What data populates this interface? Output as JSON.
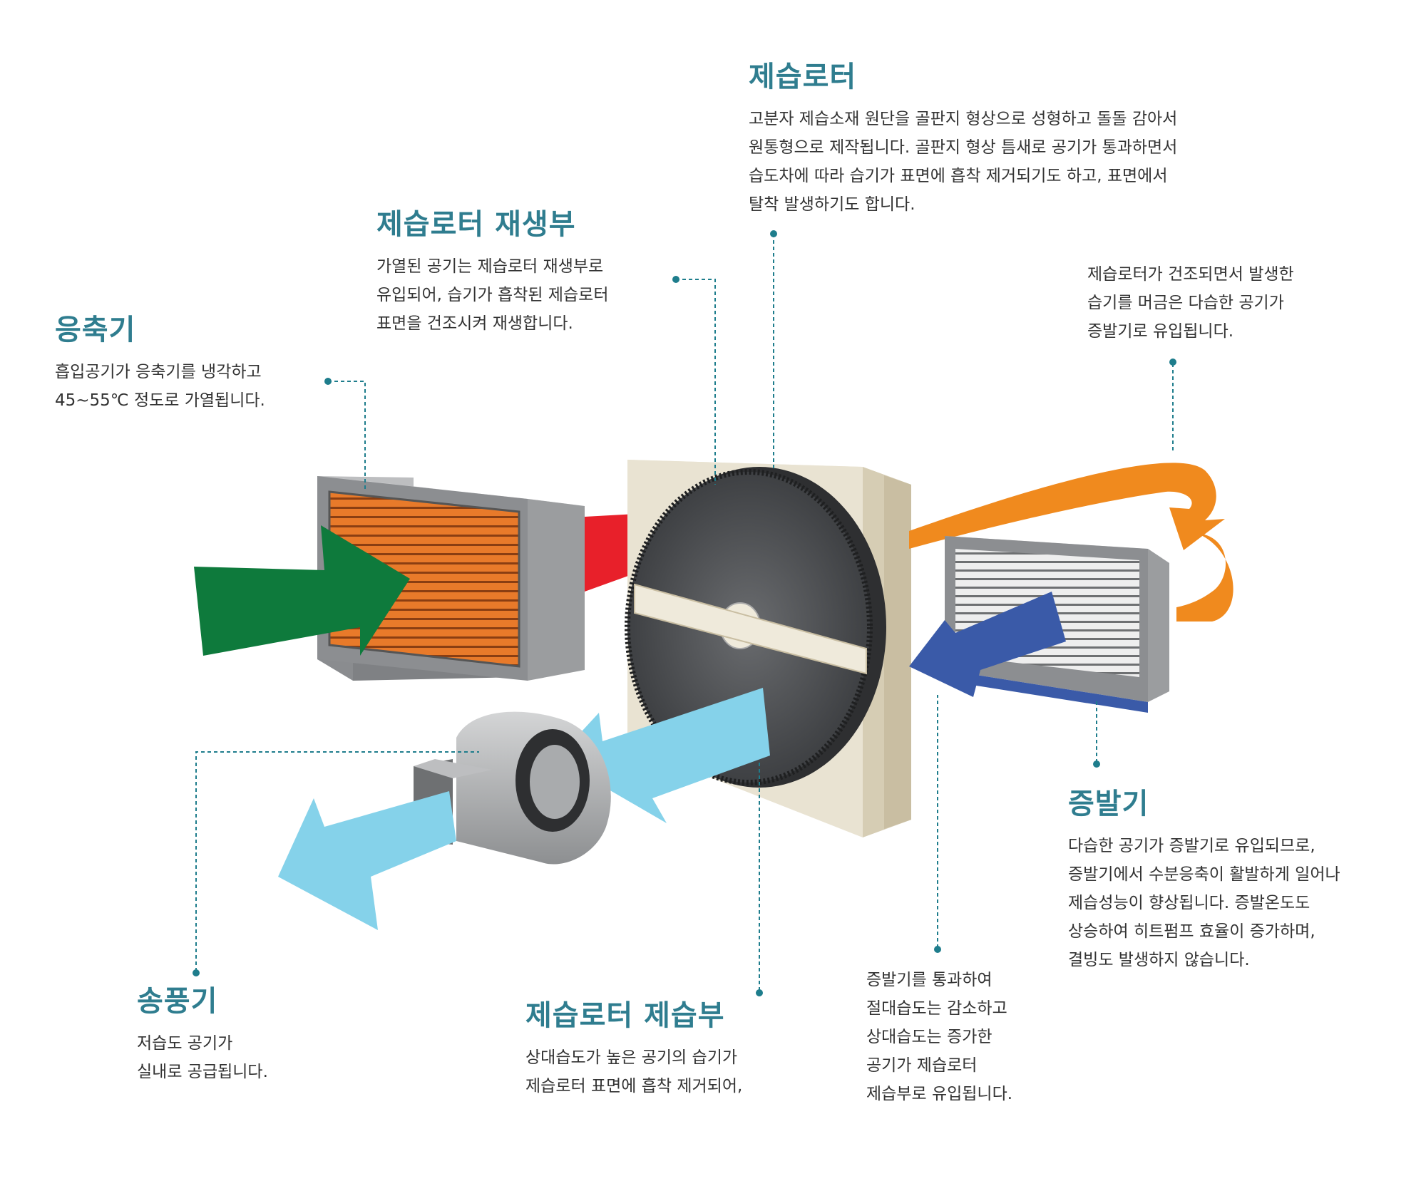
{
  "colors": {
    "title": "#2f7d8f",
    "leader": "#1e7d8c",
    "green_arrow": "#0e7a3c",
    "red_arrow": "#e8202a",
    "orange_arrow": "#f08a1e",
    "blue_arrow": "#3a5aa8",
    "light_blue_arrow": "#85d2ea",
    "coil": "#e87a2a",
    "housing": "#7f8184",
    "frame": "#e9e3d2",
    "rotor": "#4a4c4f"
  },
  "labels": {
    "condenser": {
      "title": "응축기",
      "lines": [
        "흡입공기가 응축기를 냉각하고",
        "45~55℃ 정도로 가열됩니다."
      ]
    },
    "regen": {
      "title": "제습로터 재생부",
      "lines": [
        "가열된 공기는 제습로터 재생부로",
        "유입되어, 습기가 흡착된 제습로터",
        "표면을 건조시켜 재생합니다."
      ]
    },
    "rotor": {
      "title": "제습로터",
      "lines": [
        "고분자 제습소재 원단을 골판지 형상으로 성형하고 돌돌 감아서",
        "원통형으로 제작됩니다. 골판지 형상 틈새로 공기가 통과하면서",
        "습도차에 따라 습기가 표면에 흡착 제거되기도 하고, 표면에서",
        "탈착 발생하기도 합니다."
      ]
    },
    "humid_air": {
      "lines": [
        "제습로터가 건조되면서 발생한",
        "습기를 머금은 다습한 공기가",
        "증발기로 유입됩니다."
      ]
    },
    "evaporator": {
      "title": "증발기",
      "lines": [
        "다습한 공기가 증발기로 유입되므로,",
        "증발기에서 수분응축이 활발하게 일어나",
        "제습성능이 향상됩니다. 증발온도도",
        "상승하여 히트펌프 효율이 증가하며,",
        "결빙도 발생하지 않습니다."
      ]
    },
    "through_evap": {
      "lines": [
        "증발기를 통과하여",
        "절대습도는 감소하고",
        "상대습도는 증가한",
        "공기가 제습로터",
        "제습부로 유입됩니다."
      ]
    },
    "dehum": {
      "title": "제습로터 제습부",
      "lines": [
        "상대습도가 높은 공기의 습기가",
        "제습로터 표면에 흡착 제거되어,"
      ]
    },
    "fan": {
      "title": "송풍기",
      "lines": [
        "저습도 공기가",
        "실내로 공급됩니다."
      ]
    }
  }
}
